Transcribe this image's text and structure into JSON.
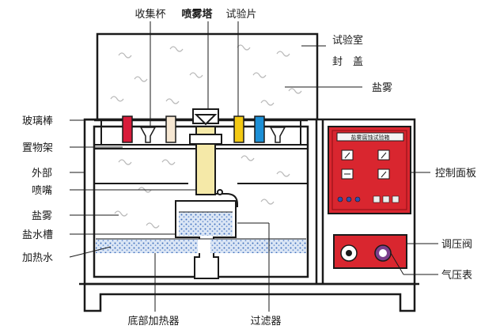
{
  "labels": {
    "collect_cup": "收集杯",
    "spray_tower": "喷雾塔",
    "test_piece": "试验片",
    "chamber_cover_1": "试验室",
    "chamber_cover_2": "封　盖",
    "salt_fog_top": "盐雾",
    "glass_rod": "玻璃棒",
    "rack": "置物架",
    "outer": "外部",
    "nozzle": "喷嘴",
    "salt_fog_left": "盐雾",
    "brine_tank": "盐水槽",
    "heating_water": "加热水",
    "control_panel": "控制面板",
    "pressure_valve": "调压阀",
    "pressure_gauge": "气压表",
    "bottom_heater": "底部加热器",
    "filter": "过滤器"
  },
  "panel_title": "盐雾腐蚀试验箱",
  "colors": {
    "line": "#1a1a1a",
    "panel_red": "#d9262f",
    "water_blue": "#5a86c8",
    "spray_yellow": "#f5e9a8",
    "tube_red": "#d81b3a",
    "tube_yellow": "#f3c913",
    "tube_blue": "#1c8fd6",
    "tube_beige": "#f6e7d2"
  }
}
